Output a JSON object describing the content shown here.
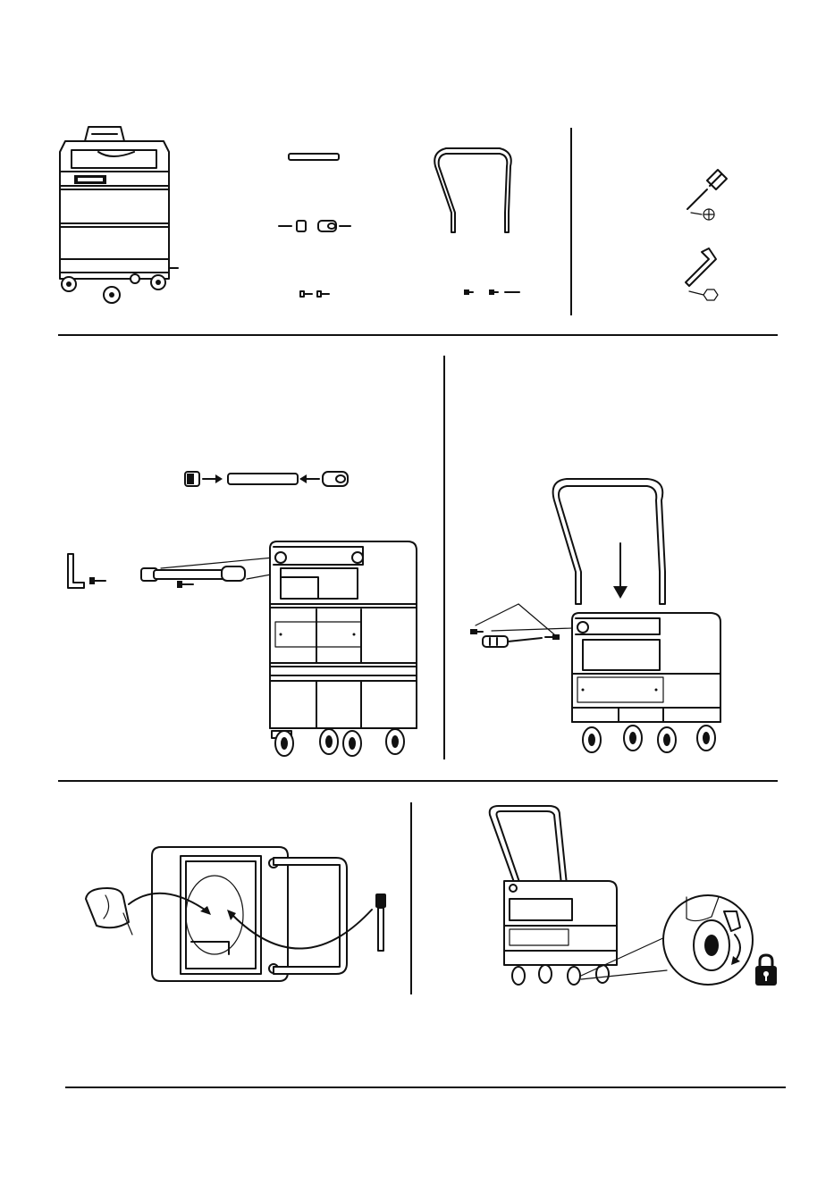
{
  "doc": {
    "sections": [
      {
        "id": "parts-overview"
      },
      {
        "id": "step-assemble-axle"
      },
      {
        "id": "step-attach-handle"
      },
      {
        "id": "step-fill-base"
      },
      {
        "id": "step-lock-casters"
      }
    ],
    "tools": [
      "phillips-screwdriver",
      "hex-key"
    ],
    "colors": {
      "ink": "#111111",
      "paper": "#ffffff"
    }
  }
}
